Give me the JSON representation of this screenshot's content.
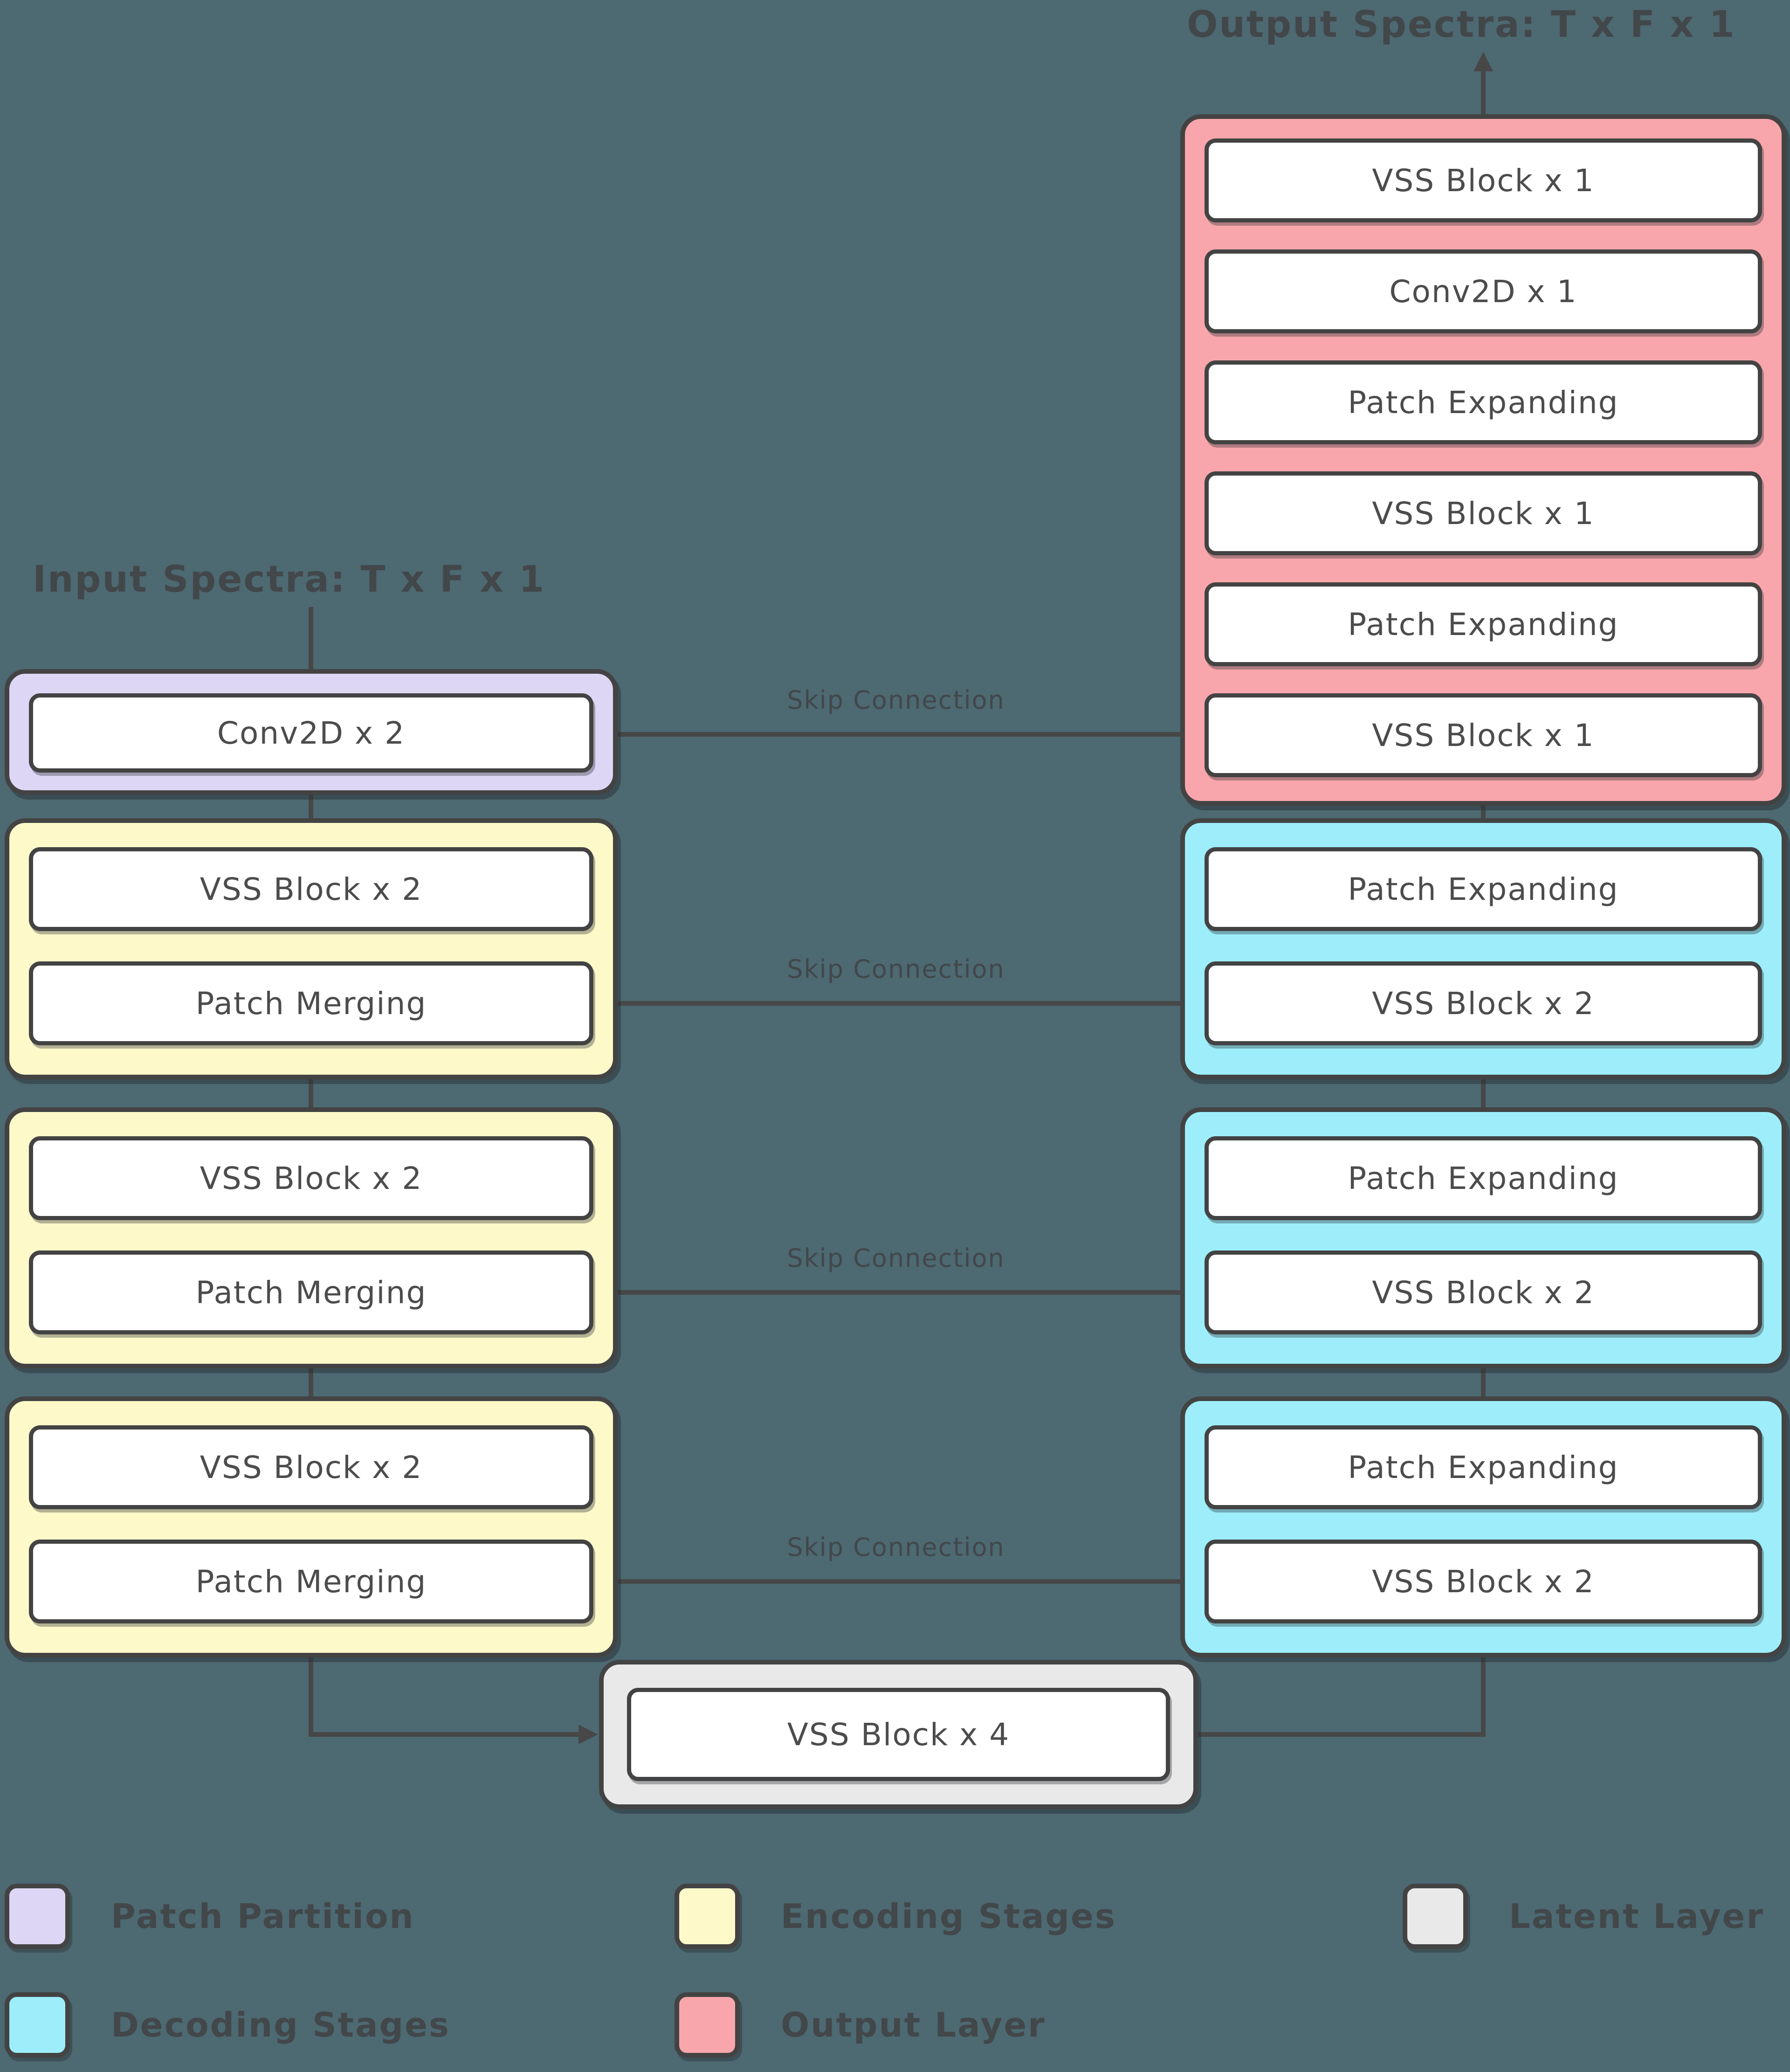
{
  "diagram": {
    "input_title": "Input Spectra: T x F x 1",
    "output_title": "Output Spectra: T x F x 1",
    "skip_label": "Skip Connection",
    "encoder": {
      "patch_partition": {
        "block": "Conv2D x 2"
      },
      "stages": [
        {
          "top": "VSS Block x 2",
          "bottom": "Patch Merging"
        },
        {
          "top": "VSS Block x 2",
          "bottom": "Patch Merging"
        },
        {
          "top": "VSS Block x 2",
          "bottom": "Patch Merging"
        }
      ]
    },
    "latent": {
      "block": "VSS Block x 4"
    },
    "decoder": {
      "stages": [
        {
          "top": "Patch Expanding",
          "bottom": "VSS Block x 2"
        },
        {
          "top": "Patch Expanding",
          "bottom": "VSS Block x 2"
        },
        {
          "top": "Patch Expanding",
          "bottom": "VSS Block x 2"
        }
      ],
      "output_layer": [
        "VSS Block x 1",
        "Conv2D x 1",
        "Patch Expanding",
        "VSS Block x 1",
        "Patch Expanding",
        "VSS Block x 1"
      ]
    }
  },
  "legend": {
    "items": [
      {
        "label": "Patch Partition",
        "color": "#ddd6f5"
      },
      {
        "label": "Encoding Stages",
        "color": "#fdf9c9"
      },
      {
        "label": "Latent Layer",
        "color": "#e9e9e9"
      },
      {
        "label": "Decoding Stages",
        "color": "#9deefa"
      },
      {
        "label": "Output Layer",
        "color": "#f8a6ab"
      }
    ]
  },
  "colors": {
    "background": "#4d6972",
    "outline": "#434343",
    "wire": "#474747",
    "text_on_background": "#42474a",
    "text_in_boxes": "#4c4c4c",
    "patch_partition": "#ddd6f5",
    "encoding_stages": "#fdf9c9",
    "latent_layer": "#e9e9e9",
    "decoding_stages": "#9deefa",
    "output_layer": "#f8a6ab"
  }
}
